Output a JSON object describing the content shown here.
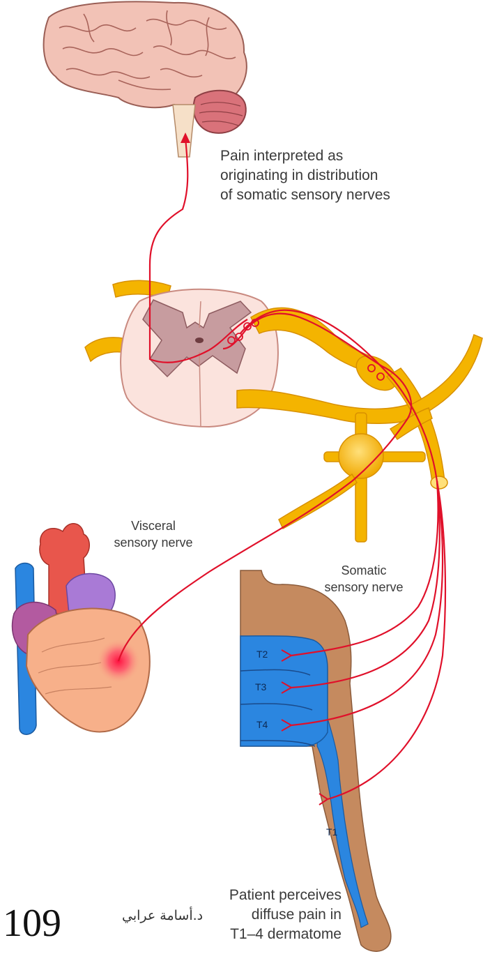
{
  "labels": {
    "pain_interpreted": "Pain interpreted as originating in distribution of somatic sensory nerves",
    "visceral": "Visceral sensory nerve",
    "somatic": "Somatic sensory nerve",
    "patient_perceives": "Patient perceives diffuse pain in T1–4 dermatome"
  },
  "lines": {
    "pain_interpreted": [
      "Pain interpreted as",
      "originating in distribution",
      "of somatic sensory nerves"
    ],
    "visceral": [
      "Visceral",
      "sensory nerve"
    ],
    "somatic": [
      "Somatic",
      "sensory nerve"
    ],
    "patient_perceives": [
      "Patient perceives",
      "diffuse pain in",
      "T1–4 dermatome"
    ]
  },
  "dermatomes": [
    "T2",
    "T3",
    "T4",
    "T1"
  ],
  "page_number": "109",
  "watermark": "د.أسامة عرابي",
  "colors": {
    "nerve": "#f4b400",
    "pain_path": "#e0102a",
    "skin": "#c58a5f",
    "dermatome": "#2b86e0",
    "brain": "#f2c2b6",
    "cerebellum": "#d9727a"
  }
}
